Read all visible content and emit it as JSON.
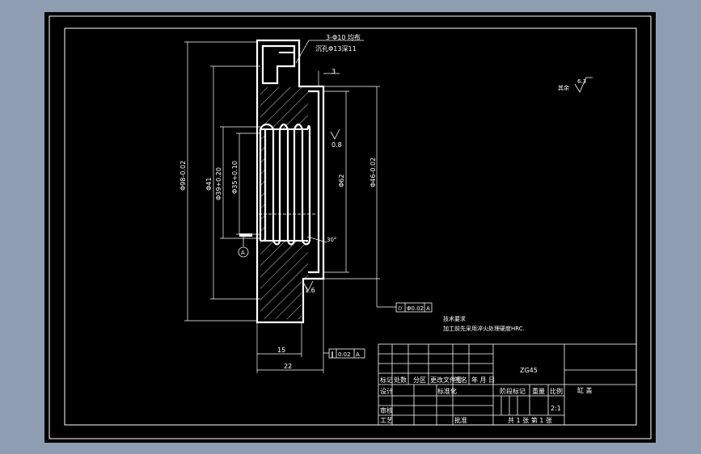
{
  "colors": {
    "app_bg": "#8f9db3",
    "sheet_bg": "#000000",
    "line": "#ffffff",
    "hatch": "#ffffff"
  },
  "callouts": {
    "holes_top": "3-Φ10 均布",
    "holes_bottom": "沉孔Φ13深11",
    "step_3": "3"
  },
  "dimensions": {
    "d98": "Φ98-0.02",
    "d41": "Φ41",
    "d39": "Φ39+0.20",
    "d35": "Φ35+0.10",
    "d62": "Φ62",
    "d46": "Φ46-0.02",
    "l15": "15",
    "l22": "22"
  },
  "surface": {
    "rough_08": "0.8",
    "rough_16": "1.6",
    "rough_other_label": "其余",
    "rough_other_value": "6.3",
    "thread_angle": "30°"
  },
  "datum": {
    "label": "A"
  },
  "tolerances": {
    "flatness": {
      "symbol": "⌭",
      "value": "Φ0.02",
      "datum": "A"
    },
    "parallel": {
      "symbol": "∥",
      "value": "0.02",
      "datum": "A"
    }
  },
  "tech_requirements": {
    "title": "技术要求",
    "line1": "加工前先采用淬火处理硬度HRC."
  },
  "title_block": {
    "material": "ZG45",
    "part_name": "缸 盖",
    "hdr_mark": "标记",
    "hdr_count": "处数",
    "hdr_zone": "分区",
    "hdr_docno": "更改文件号",
    "hdr_sign": "签名",
    "hdr_date": "年 月 日",
    "row_design": "设计",
    "row_std": "标准化",
    "row_review": "审核",
    "row_process": "工艺",
    "row_approve": "批准",
    "stage_label": "阶段标记",
    "weight_label": "重量",
    "scale_label": "比例",
    "scale_value": "2:1",
    "sheets": "共 1 张  第 1 张"
  }
}
